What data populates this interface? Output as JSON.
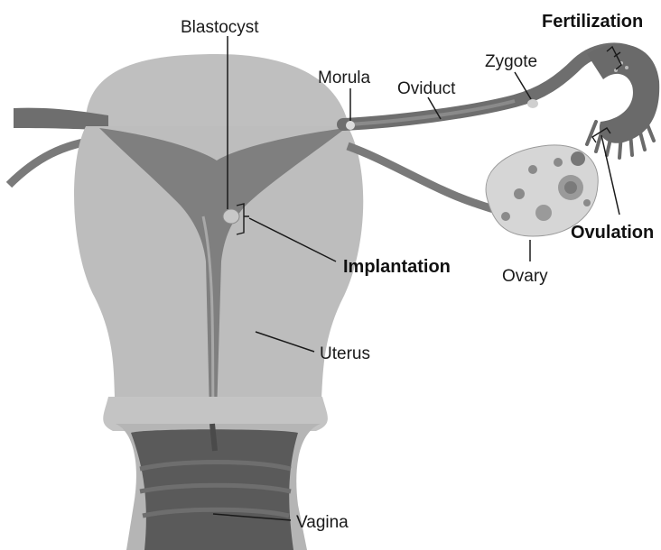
{
  "labels": {
    "blastocyst": "Blastocyst",
    "morula": "Morula",
    "oviduct": "Oviduct",
    "zygote": "Zygote",
    "fertilization": "Fertilization",
    "ovulation": "Ovulation",
    "implantation": "Implantation",
    "ovary": "Ovary",
    "uterus": "Uterus",
    "vagina": "Vagina"
  },
  "colors": {
    "uterus_wall": "#bdbdbd",
    "cavity": "#7f7f7f",
    "tube": "#6e6e6e",
    "ovary": "#d6d6d6",
    "vagina_dark": "#5a5a5a"
  }
}
